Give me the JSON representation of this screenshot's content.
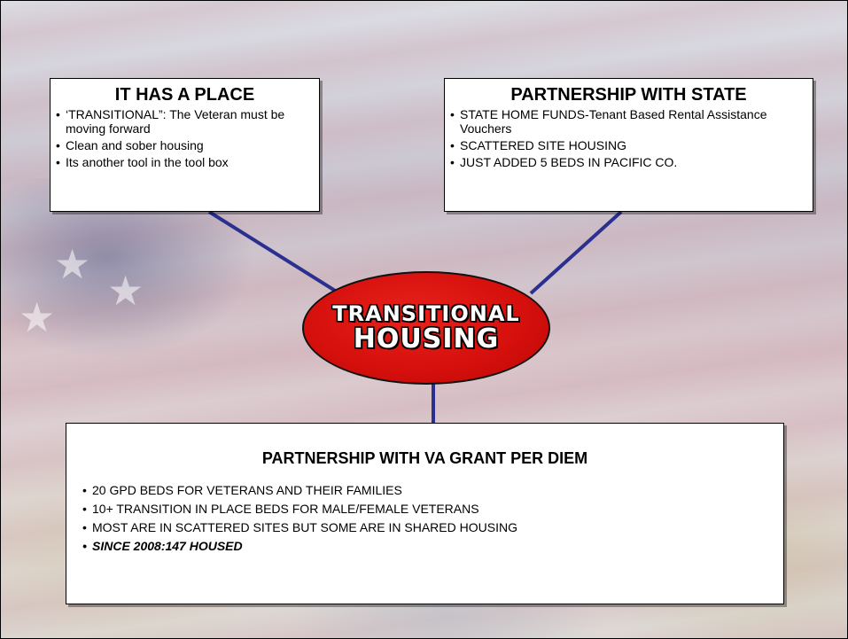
{
  "center": {
    "line1": "TRANSITIONAL",
    "line2": "HOUSING"
  },
  "left_box": {
    "title": "IT HAS A PLACE",
    "items": [
      "‘TRANSITIONAL”: The Veteran must be moving forward",
      "Clean and sober housing",
      "Its another tool in the tool box"
    ]
  },
  "right_box": {
    "title": "PARTNERSHIP WITH STATE",
    "items": [
      "STATE HOME FUNDS-Tenant Based Rental Assistance Vouchers",
      "SCATTERED SITE HOUSING",
      "JUST ADDED 5 BEDS IN PACIFIC CO."
    ]
  },
  "bottom_box": {
    "title": "PARTNERSHIP WITH VA GRANT PER DIEM",
    "items": [
      "20 GPD BEDS FOR VETERANS AND THEIR FAMILIES",
      "10+ TRANSITION IN PLACE BEDS FOR MALE/FEMALE VETERANS",
      "MOST ARE IN SCATTERED SITES BUT SOME ARE IN SHARED HOUSING",
      "SINCE 2008:147 HOUSED"
    ]
  },
  "colors": {
    "connector": "#2b2f8f",
    "ellipse": "#d40f0c"
  }
}
